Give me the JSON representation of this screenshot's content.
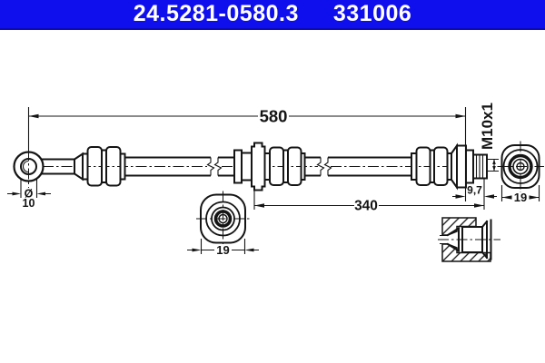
{
  "header": {
    "part_number": "24.5281-0580.3",
    "reference_number": "331006",
    "bar_color": "#0f0fee",
    "text_color": "#ffffff"
  },
  "drawing": {
    "type": "technical-drawing",
    "subject": "brake-hose",
    "ink_color": "#141414",
    "background": "#ffffff",
    "dimensions": {
      "overall_length": "580",
      "partial_length": "340",
      "fitting_offset": "9,7",
      "thread_spec": "M10x1",
      "bore_diameter_symbol": "Ø",
      "bore_diameter_value": "10",
      "middle_view_width": "19",
      "right_view_width": "19"
    }
  }
}
